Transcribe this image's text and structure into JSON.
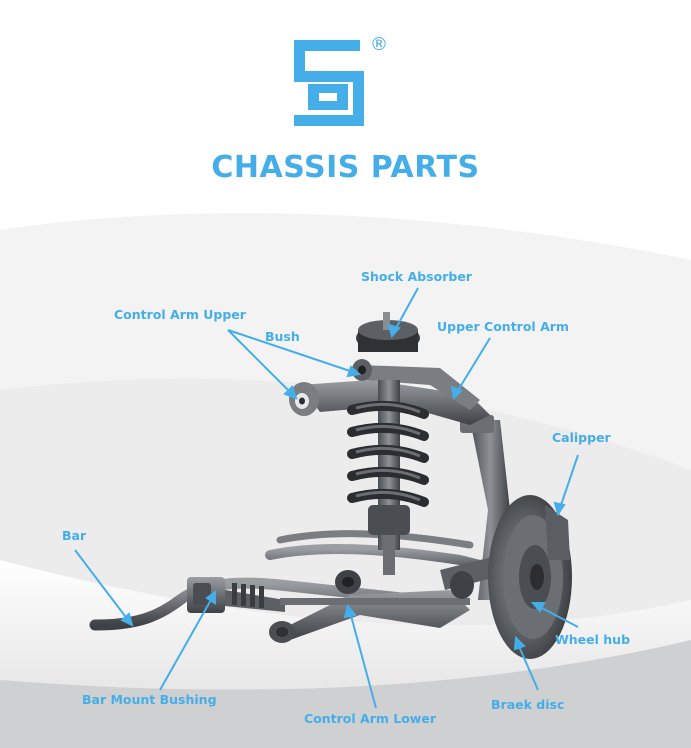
{
  "brand": {
    "mark": "®",
    "color": "#45aee8"
  },
  "title": "CHASSIS PARTS",
  "labels": {
    "shock_absorber": "Shock Absorber",
    "control_arm_upper": "Control Arm Upper",
    "bush": "Bush",
    "upper_control_arm": "Upper Control Arm",
    "calipper": "Calipper",
    "bar": "Bar",
    "wheel_hub": "Wheel hub",
    "bar_mount_bushing": "Bar Mount Bushing",
    "control_arm_lower": "Control Arm Lower",
    "braek_disc": "Braek disc"
  },
  "colors": {
    "accent": "#45aee8",
    "metal": "#6b6e72",
    "metal_dark": "#3e4145",
    "metal_light": "#9a9da1"
  }
}
